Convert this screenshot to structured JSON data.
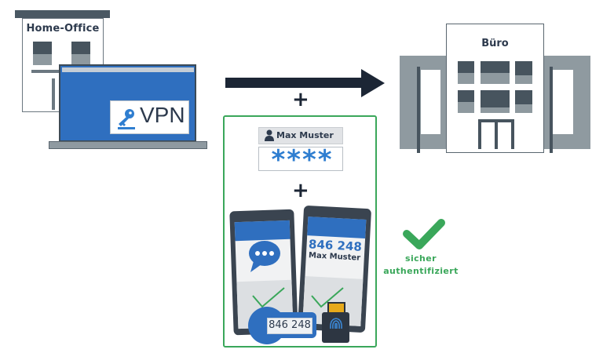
{
  "home_office": {
    "label": "Home-Office"
  },
  "laptop": {
    "vpn_label": "VPN",
    "icon": "key-icon"
  },
  "connection": {
    "direction_icon": "arrow-right-icon",
    "plus_symbol": "+"
  },
  "auth_factors": {
    "credentials": {
      "username": "Max Muster",
      "password_mask": "****",
      "user_icon": "user-icon"
    },
    "plus_symbol": "+",
    "second_factor": {
      "sms_phone": {
        "icon": "chat-bubble-icon"
      },
      "app_phone": {
        "code": "846 248",
        "name": "Max Muster"
      },
      "hardware_token": {
        "code": "846 248"
      },
      "security_key": {
        "icon": "fingerprint-icon"
      }
    }
  },
  "result": {
    "icon": "checkmark-icon",
    "line1": "sicher",
    "line2": "authentifiziert"
  },
  "office": {
    "label": "Büro"
  },
  "colors": {
    "brand_blue": "#2f6fbf",
    "success_green": "#3aa75a",
    "dark": "#1c2635",
    "gray": "#8f9aa0"
  }
}
